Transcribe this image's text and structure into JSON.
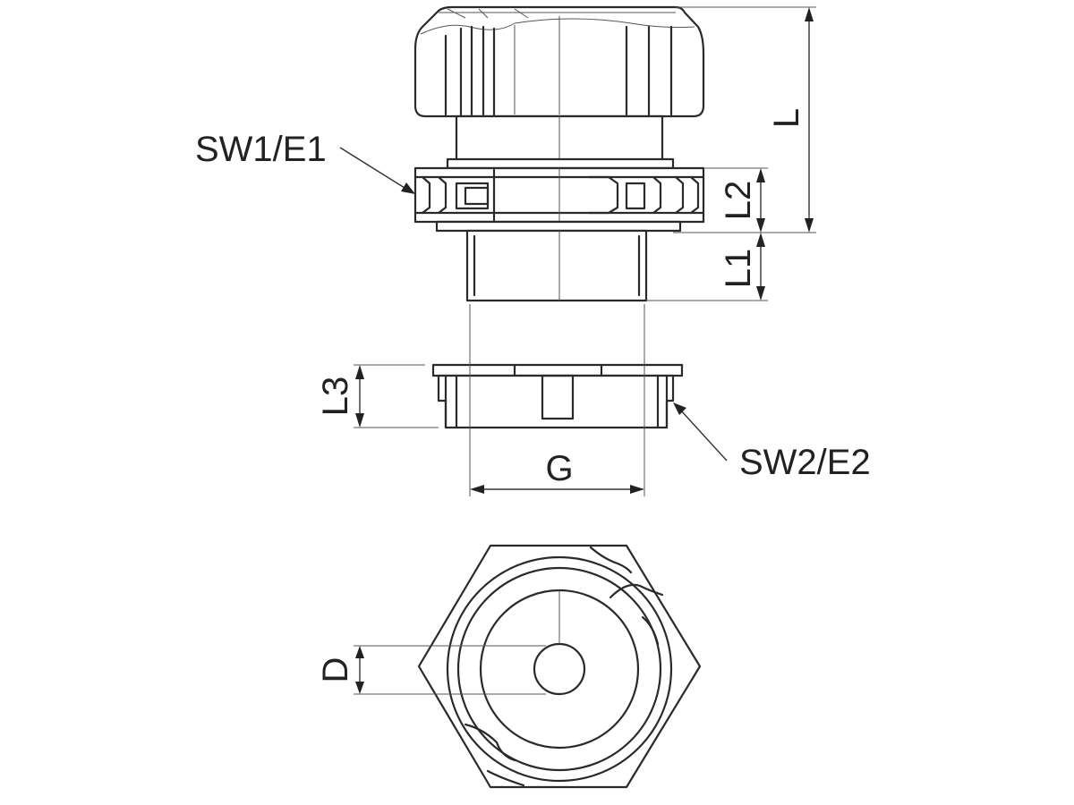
{
  "labels": {
    "L": "L",
    "L1": "L1",
    "L2": "L2",
    "L3": "L3",
    "G": "G",
    "D": "D",
    "SW1_E1": "SW1/E1",
    "SW2_E2": "SW2/E2"
  },
  "colors": {
    "line": "#2a2a2a",
    "background": "#ffffff"
  }
}
